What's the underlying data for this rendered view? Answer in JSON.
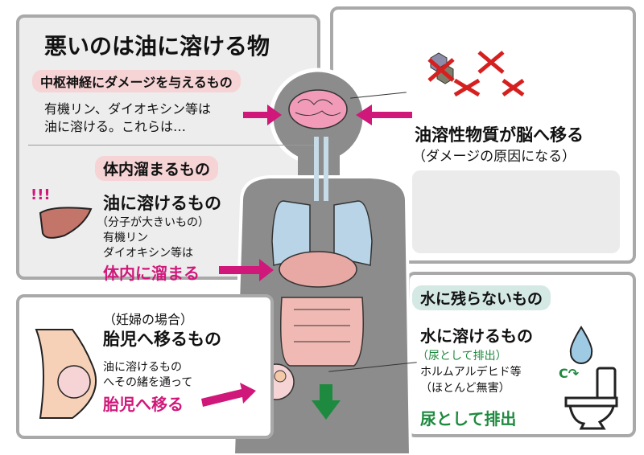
{
  "title": "悪いのは油に溶ける物",
  "cns": {
    "heading": "中枢神経にダメージを与えるもの",
    "line1": "有機リン、ダイオキシン等は",
    "line2": "油に溶ける。これらは…"
  },
  "accum": {
    "heading": "体内溜まるもの",
    "sub": "油に溶けるもの",
    "paren": "（分子が大きいもの）",
    "line1": "有機リン",
    "line2": "ダイオキシン等は",
    "result": "体内に溜まる"
  },
  "fetus": {
    "paren": "（妊婦の場合）",
    "heading": "胎児へ移るもの",
    "line1": "油に溶けるもの",
    "line2": "へその緒を通って",
    "result": "胎児へ移る"
  },
  "brain": {
    "heading": "油溶性物質が脳へ移る",
    "paren": "（ダメージの原因になる）"
  },
  "water": {
    "heading": "水に残らないもの",
    "sub": "水に溶けるもの",
    "paren": "（尿として排出）",
    "line1": "ホルムアルデヒド等",
    "line2": "（ほとんど無害）",
    "result": "尿として排出"
  },
  "colors": {
    "magenta": "#d0187a",
    "green": "#1e8a3f",
    "pink_label": "#f6d3d5",
    "green_label": "#d4e8e4"
  }
}
